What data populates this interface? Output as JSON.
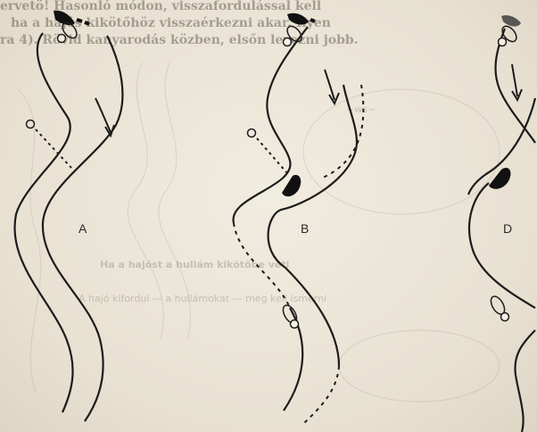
{
  "header_lines": [
    "ervetö! Hasonló módon, visszafordulással kell",
    "ha a hajós kikötőhöz visszaérkezni akar. Ilyen",
    "ra 4). Rövid kanyarodás közben, elsőn levezni jobb."
  ],
  "show_through": {
    "top_label": "~ws~",
    "caption_1": "Ha a hajóst a hullám kikötőbe veti",
    "caption_2": "A hajó kifordul — a hullámokat — meg kell ismerni"
  },
  "panels": [
    {
      "label": "A"
    },
    {
      "label": "B"
    },
    {
      "label": "D"
    }
  ]
}
